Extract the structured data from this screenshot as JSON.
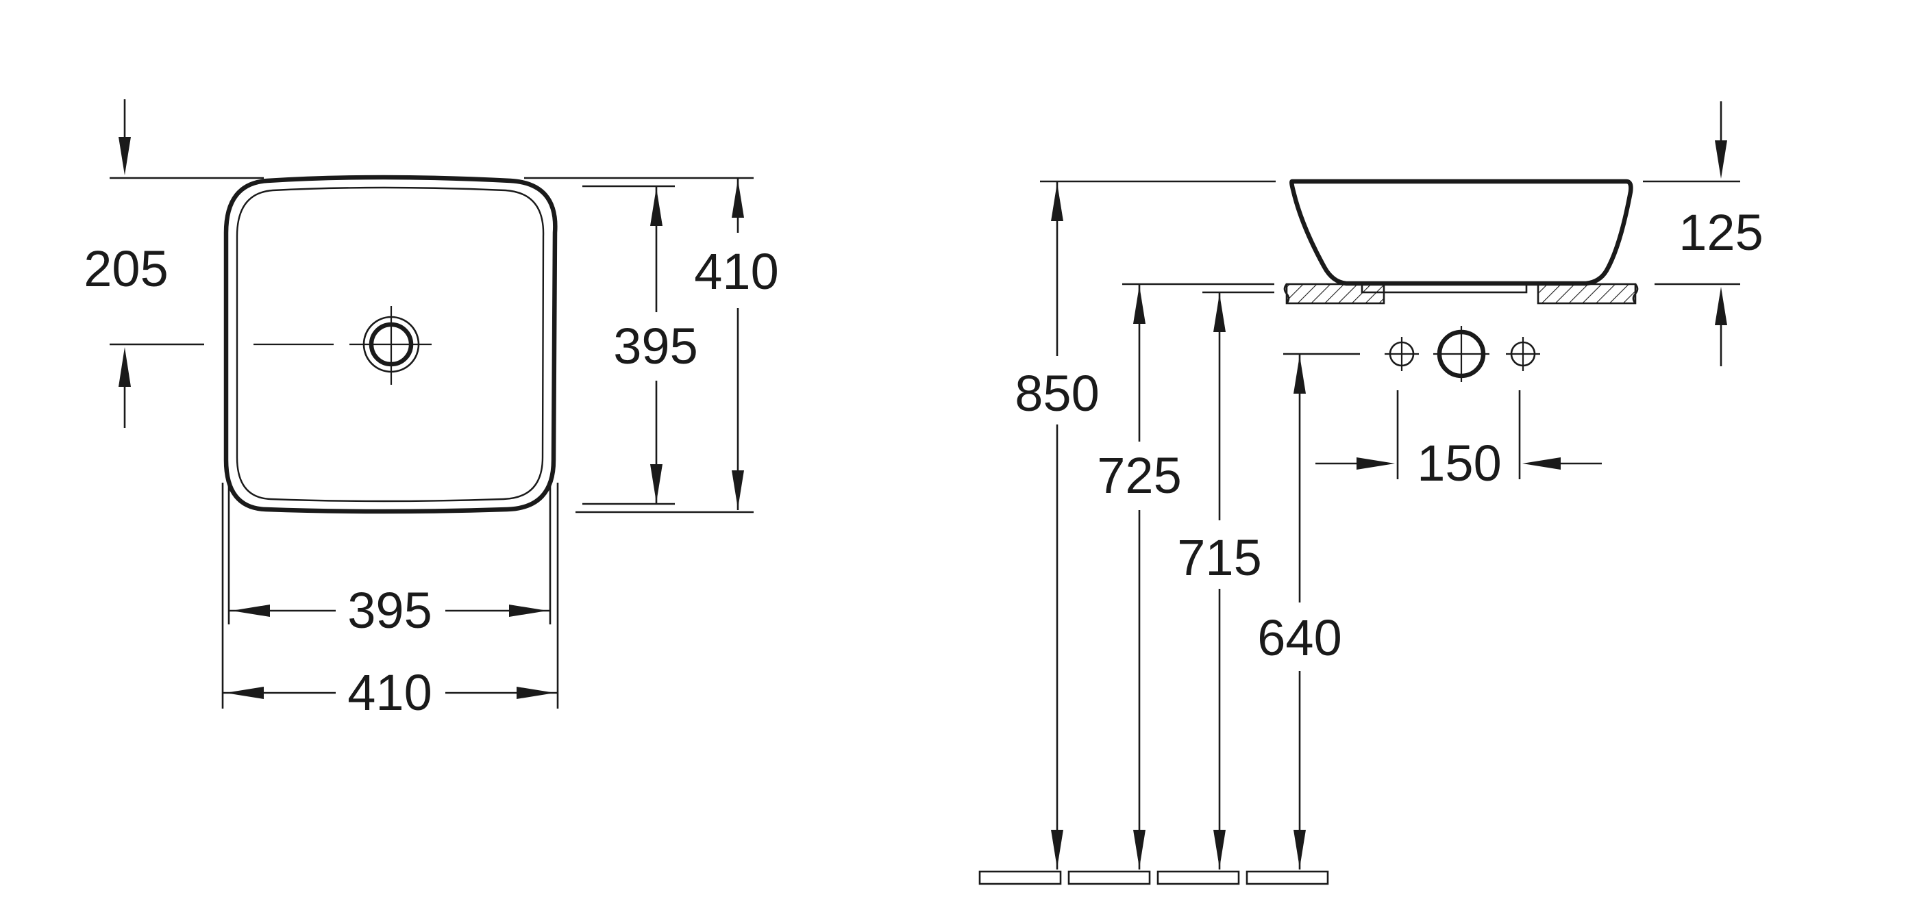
{
  "top_view": {
    "offset_label": "205",
    "outer_height_label": "410",
    "inner_height_label": "395",
    "inner_width_label": "395",
    "outer_width_label": "410"
  },
  "side_view": {
    "total_height_label": "850",
    "basin_height_label": "125",
    "counter_height_label": "725",
    "counter_underside_label": "715",
    "tap_holes_label": "640",
    "tap_spacing_label": "150"
  },
  "icons": [
    "drain-icon",
    "tap-hole-icon",
    "floor-tile-icon"
  ],
  "colors": {
    "line": "#1a1a1a",
    "background": "#ffffff"
  }
}
